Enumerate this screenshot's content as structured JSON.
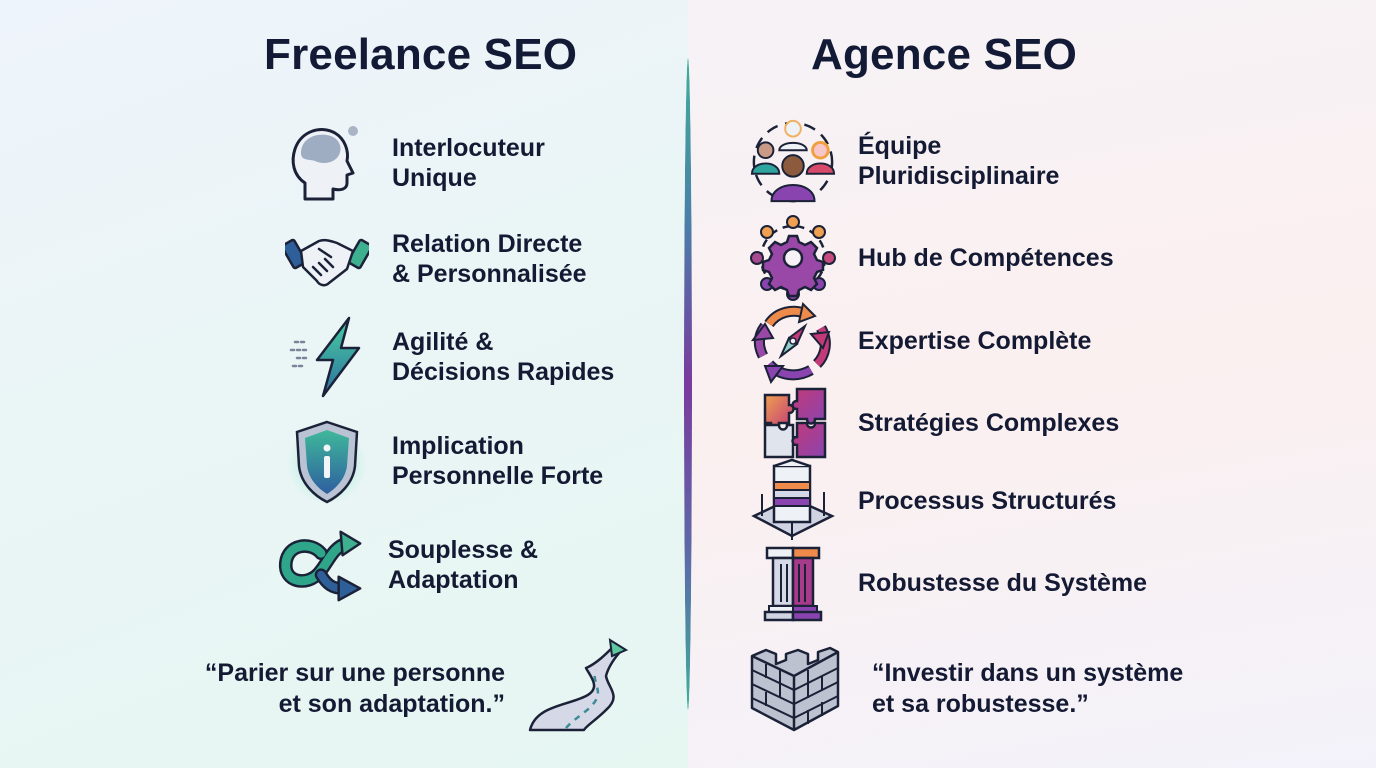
{
  "left": {
    "title": "Freelance SEO",
    "items": [
      {
        "label": "Interlocuteur\nUnique",
        "icon": "head-profile-icon"
      },
      {
        "label": "Relation Directe\n& Personnalisée",
        "icon": "handshake-icon"
      },
      {
        "label": "Agilité &\nDécisions Rapides",
        "icon": "lightning-bolt-icon"
      },
      {
        "label": "Implication\nPersonnelle Forte",
        "icon": "shield-info-icon"
      },
      {
        "label": "Souplesse &\nAdaptation",
        "icon": "curved-arrows-icon"
      }
    ],
    "quote": "“Parier sur une personne\net son adaptation.”",
    "quote_icon": "winding-road-arrow-icon"
  },
  "right": {
    "title": "Agence SEO",
    "items": [
      {
        "label": "Équipe\nPluridisciplinaire",
        "icon": "team-group-icon"
      },
      {
        "label": "Hub de Compétences",
        "icon": "gear-network-icon"
      },
      {
        "label": "Expertise Complète",
        "icon": "compass-cycle-icon"
      },
      {
        "label": "Stratégies Complexes",
        "icon": "puzzle-icon"
      },
      {
        "label": "Processus Structurés",
        "icon": "stacked-blocks-icon"
      },
      {
        "label": "Robustesse du Système",
        "icon": "pillar-icon"
      }
    ],
    "quote": "“Investir dans un système\net sa robustesse.”",
    "quote_icon": "castle-tower-icon"
  },
  "colors": {
    "text": "#141a33",
    "teal": "#2fa58a",
    "blue": "#2e5f99",
    "purple": "#7a3a9e",
    "orange": "#ee8a4a",
    "magenta": "#c23a78"
  }
}
